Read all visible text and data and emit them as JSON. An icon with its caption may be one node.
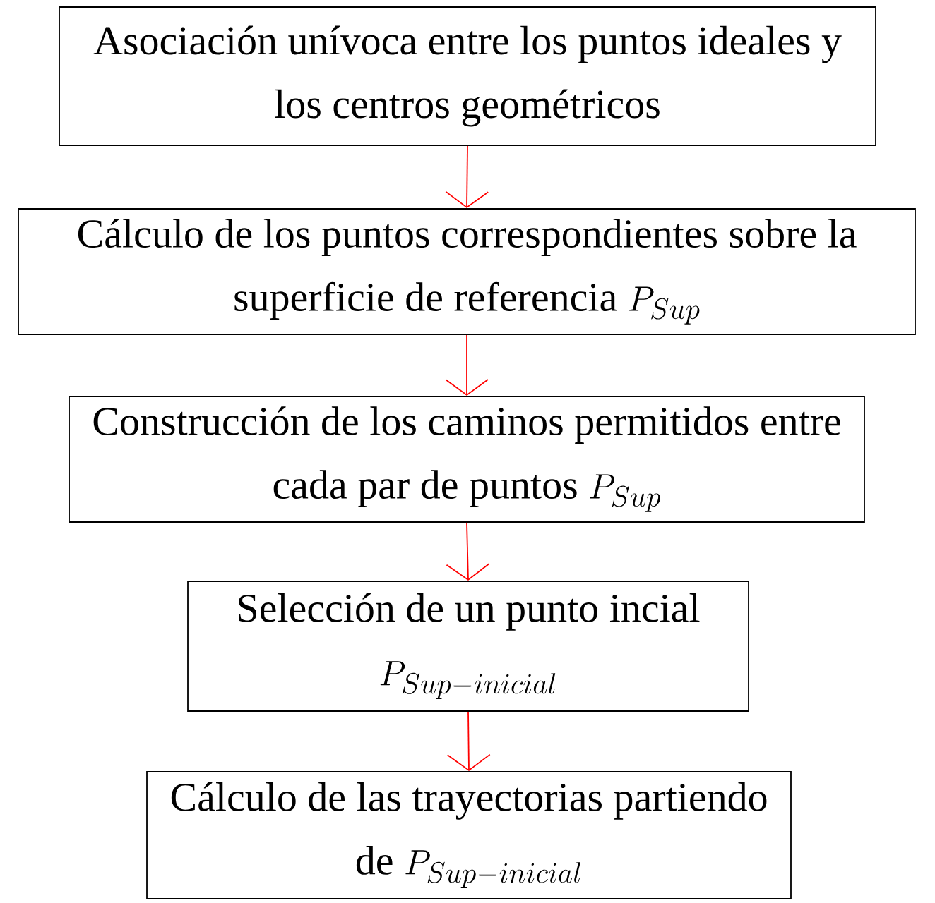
{
  "diagram": {
    "nodes": [
      {
        "text": [
          "Asociación unívoca entre los puntos ideales y los centros geométricos"
        ]
      },
      {
        "text": [
          "Cálculo de los puntos correspondientes sobre la superficie de referencia",
          "P_{Sup}"
        ]
      },
      {
        "text": [
          "Construcción de los caminos permitidos entre cada par de puntos",
          "P_{Sup}"
        ]
      },
      {
        "text": [
          "Selección de un punto incial",
          "P_{Sup-inicial}"
        ]
      },
      {
        "text": [
          "Cálculo de las trayectorias partiendo de",
          "P_{Sup-inicial}"
        ]
      }
    ],
    "edges": [
      {
        "from": 0,
        "to": 1,
        "arrow": "to",
        "color": "#ff0000"
      },
      {
        "from": 1,
        "to": 2,
        "arrow": "to",
        "color": "#ff0000"
      },
      {
        "from": 2,
        "to": 3,
        "arrow": "to",
        "color": "#ff0000"
      },
      {
        "from": 3,
        "to": 4,
        "arrow": "to",
        "color": "#ff0000"
      }
    ]
  }
}
